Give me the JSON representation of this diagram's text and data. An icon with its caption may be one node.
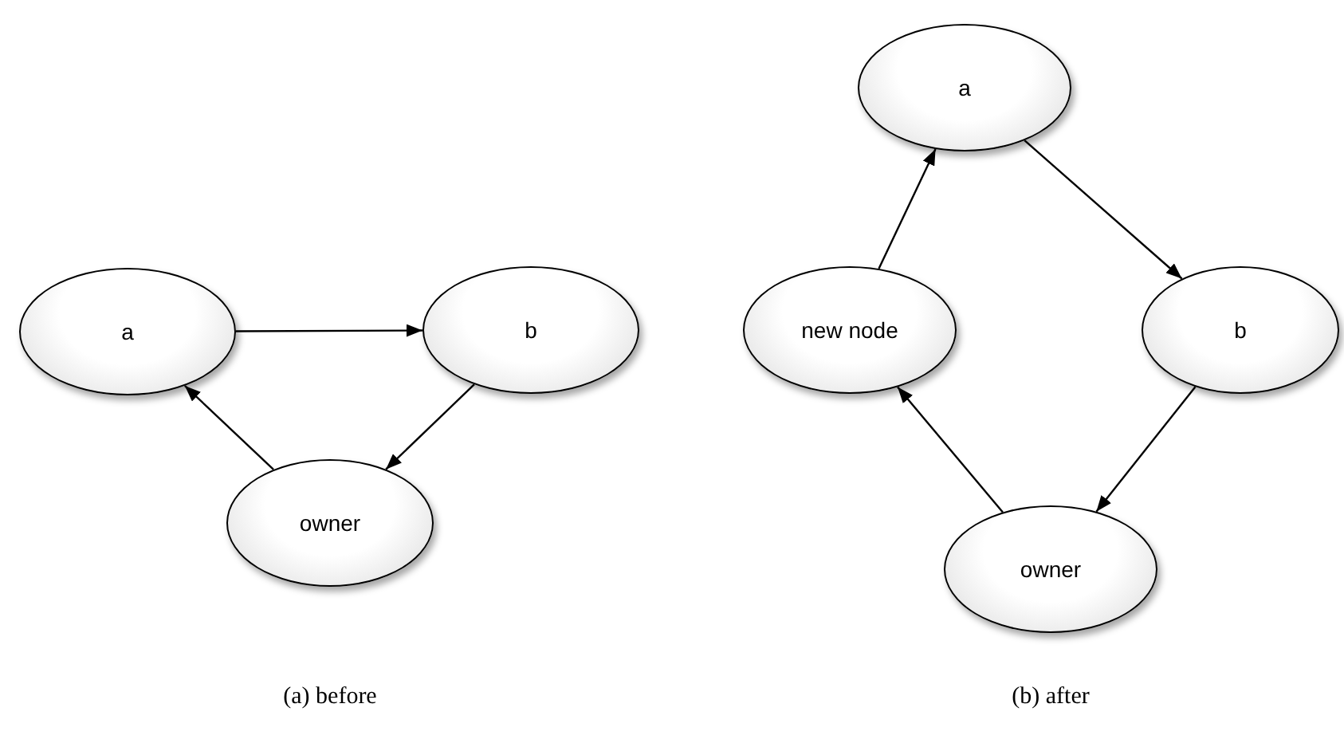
{
  "diagram": {
    "nodes": [
      {
        "text": [
          "a"
        ]
      },
      {
        "text": [
          "b"
        ]
      },
      {
        "text": [
          "owner"
        ]
      },
      {
        "text": [
          "a"
        ]
      },
      {
        "text": [
          "new node"
        ]
      },
      {
        "text": [
          "b"
        ]
      },
      {
        "text": [
          "owner"
        ]
      }
    ],
    "edges": [
      {
        "from": 0,
        "to": 1,
        "arrow": "to"
      },
      {
        "from": 1,
        "to": 2,
        "arrow": "to"
      },
      {
        "from": 2,
        "to": 0,
        "arrow": "to"
      },
      {
        "from": 3,
        "to": 5,
        "arrow": "to"
      },
      {
        "from": 5,
        "to": 6,
        "arrow": "to"
      },
      {
        "from": 6,
        "to": 4,
        "arrow": "to"
      },
      {
        "from": 4,
        "to": 3,
        "arrow": "to"
      }
    ],
    "labels": [
      "(a) before",
      "(b) after"
    ]
  }
}
